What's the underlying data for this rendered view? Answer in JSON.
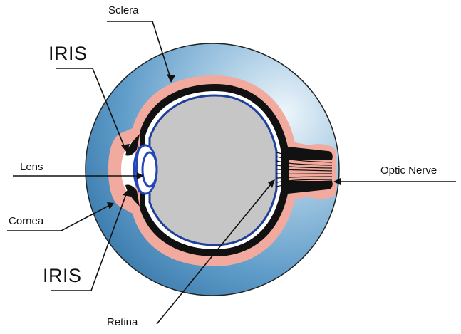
{
  "labels": {
    "sclera": "Sclera",
    "iris_top": "IRIS",
    "lens": "Lens",
    "cornea": "Cornea",
    "iris_bottom": "IRIS",
    "optic_nerve": "Optic Nerve",
    "retina": "Retina"
  },
  "colors": {
    "outer_globe": "#5f9cc9",
    "outer_globe_highlight": "#eef6fb",
    "pink_layer": "#f1aa9d",
    "black_layer": "#111111",
    "choroid": "#ffffff",
    "retina_line": "#1f3f9a",
    "vitreous": "#c6c6c6",
    "lens_line": "#2546b8"
  }
}
